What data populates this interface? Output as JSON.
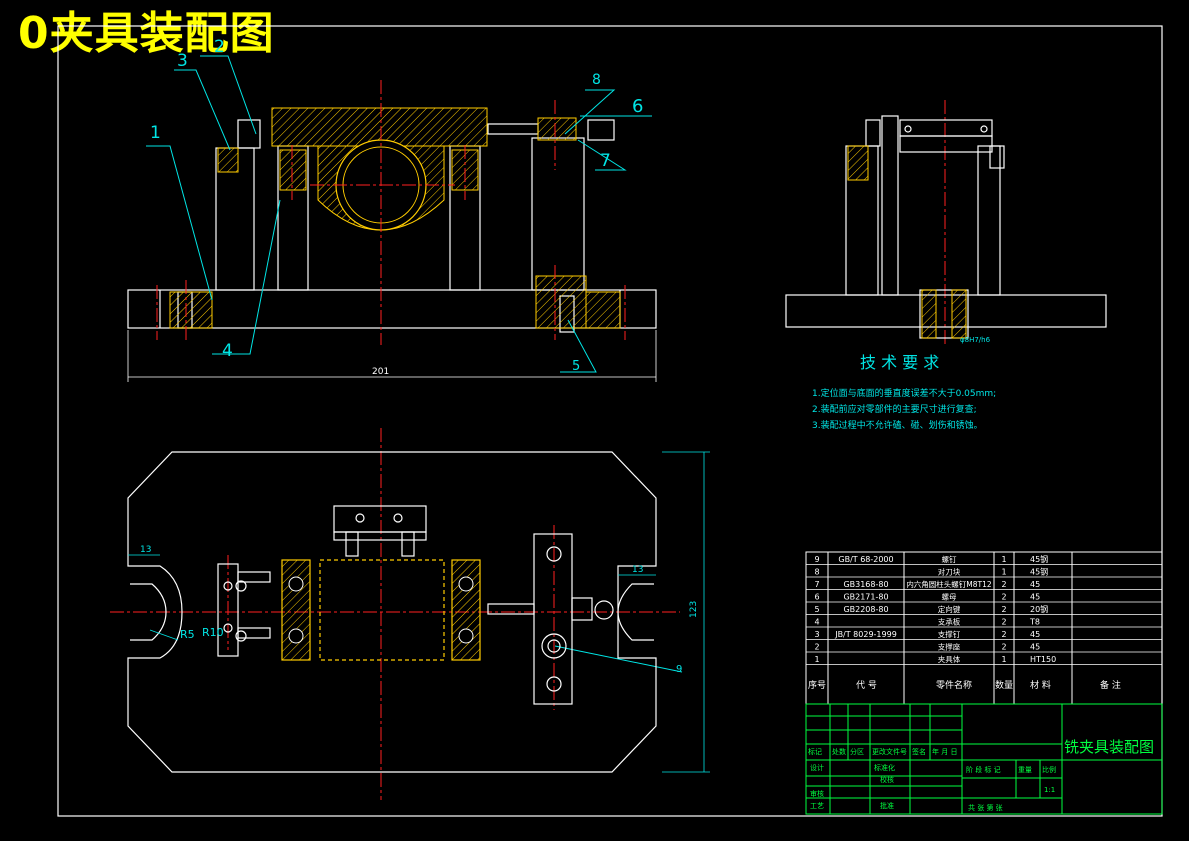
{
  "overlay_title": "0夹具装配图",
  "balloons": [
    "1",
    "2",
    "3",
    "4",
    "5",
    "6",
    "7",
    "8",
    "9"
  ],
  "dimensions": {
    "base_length": "201",
    "plan_height": "123",
    "left_slot": "13",
    "right_slot": "13",
    "radius_small": "R5",
    "radius_large": "R10",
    "fit_note": "φ8H7/h6"
  },
  "tech_req": {
    "heading": "技 术 要 求",
    "items": [
      "1.定位面与底面的垂直度误差不大于0.05mm;",
      "2.装配前应对零部件的主要尺寸进行复查;",
      "3.装配过程中不允许磕、碰、划伤和锈蚀。"
    ]
  },
  "bom": {
    "headers": {
      "seq": "序号",
      "code": "代  号",
      "name": "零件名称",
      "qty": "数量",
      "material": "材  料",
      "remark": "备  注"
    },
    "rows": [
      {
        "seq": "9",
        "code": "GB/T 68-2000",
        "name": "螺钉",
        "qty": "1",
        "material": "45钢"
      },
      {
        "seq": "8",
        "code": "",
        "name": "对刀块",
        "qty": "1",
        "material": "45钢"
      },
      {
        "seq": "7",
        "code": "GB3168-80",
        "name": "内六角圆柱头螺钉M8T12",
        "qty": "2",
        "material": "45"
      },
      {
        "seq": "6",
        "code": "GB2171-80",
        "name": "螺母",
        "qty": "2",
        "material": "45"
      },
      {
        "seq": "5",
        "code": "GB2208-80",
        "name": "定向键",
        "qty": "2",
        "material": "20钢"
      },
      {
        "seq": "4",
        "code": "",
        "name": "支承板",
        "qty": "2",
        "material": "T8"
      },
      {
        "seq": "3",
        "code": "JB/T 8029-1999",
        "name": "支撑钉",
        "qty": "2",
        "material": "45"
      },
      {
        "seq": "2",
        "code": "",
        "name": "支撑座",
        "qty": "2",
        "material": "45"
      },
      {
        "seq": "1",
        "code": "",
        "name": "夹具体",
        "qty": "1",
        "material": "HT150"
      }
    ]
  },
  "title_block": {
    "drawing_name": "铣夹具装配图",
    "row_labels": [
      "标记",
      "处数",
      "分区",
      "更改文件号",
      "签名",
      "年 月 日"
    ],
    "design": "设计",
    "standard": "标准化",
    "review": "审核",
    "process": "工艺",
    "approve": "批准",
    "check": "校核",
    "stage_labels": [
      "阶 段 标 记",
      "重量",
      "比例"
    ],
    "scale": "1:1",
    "sheet_text": "共    张   第    张"
  }
}
